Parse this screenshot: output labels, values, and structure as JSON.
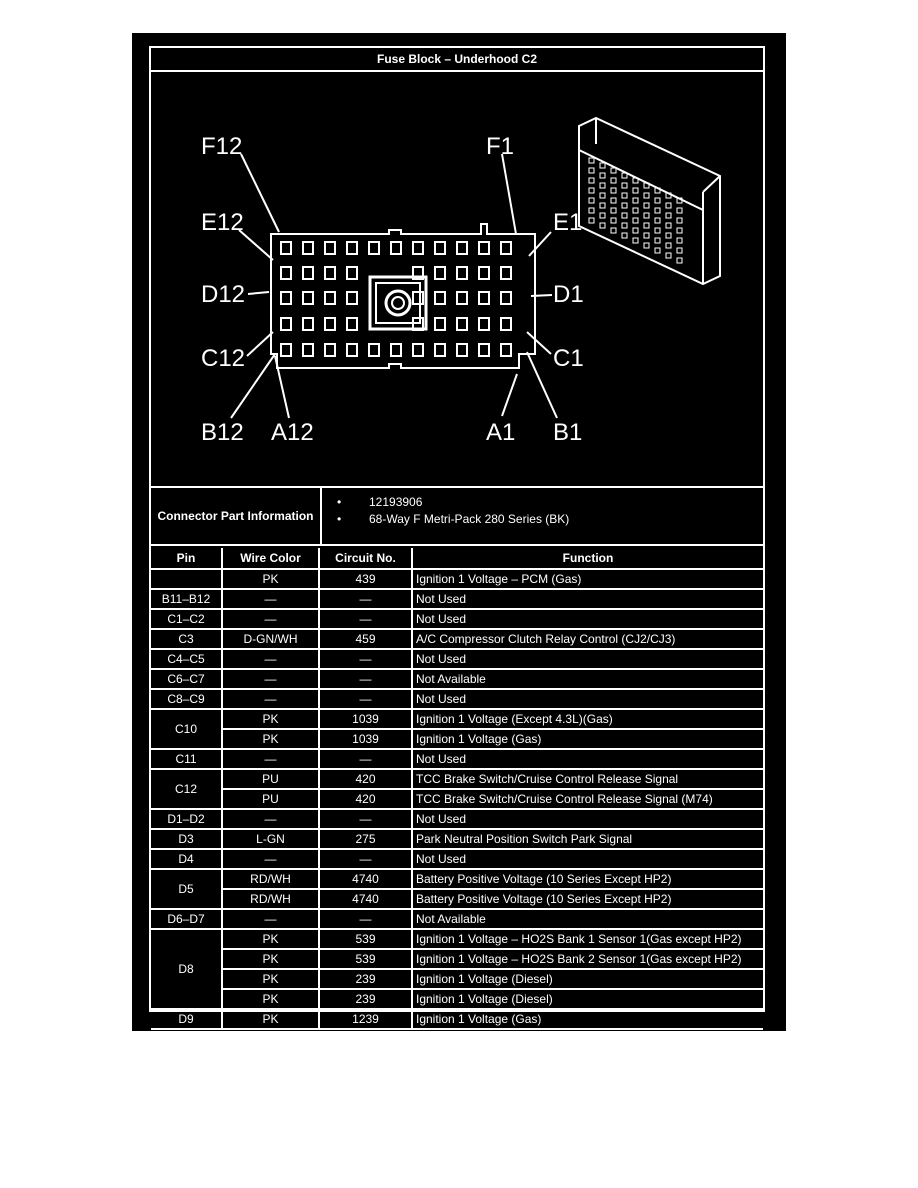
{
  "title": "Fuse Block – Underhood C2",
  "diagram": {
    "labels": {
      "f12": "F12",
      "f1": "F1",
      "e12": "E12",
      "e1": "E1",
      "d12": "D12",
      "d1": "D1",
      "c12": "C12",
      "c1": "C1",
      "b12": "B12",
      "a12": "A12",
      "a1": "A1",
      "b1": "B1"
    }
  },
  "part_info": {
    "label": "Connector Part Information",
    "items": [
      "12193906",
      "68-Way F Metri-Pack 280 Series (BK)"
    ]
  },
  "table": {
    "headers": {
      "pin": "Pin",
      "wire": "Wire Color",
      "circuit": "Circuit No.",
      "function": "Function"
    },
    "rows": [
      {
        "pin": "",
        "wire": "PK",
        "circuit": "439",
        "function": "Ignition 1 Voltage – PCM (Gas)"
      },
      {
        "pin": "B11–B12",
        "wire": "—",
        "circuit": "—",
        "function": "Not Used"
      },
      {
        "pin": "C1–C2",
        "wire": "—",
        "circuit": "—",
        "function": "Not Used"
      },
      {
        "pin": "C3",
        "wire": "D-GN/WH",
        "circuit": "459",
        "function": "A/C Compressor Clutch Relay Control (CJ2/CJ3)"
      },
      {
        "pin": "C4–C5",
        "wire": "—",
        "circuit": "—",
        "function": "Not Used"
      },
      {
        "pin": "C6–C7",
        "wire": "—",
        "circuit": "—",
        "function": "Not Available"
      },
      {
        "pin": "C8–C9",
        "wire": "—",
        "circuit": "—",
        "function": "Not Used"
      },
      {
        "pin": "C10",
        "wire": "PK",
        "circuit": "1039",
        "function": "Ignition 1 Voltage (Except 4.3L)(Gas)"
      },
      {
        "pin": "",
        "wire": "PK",
        "circuit": "1039",
        "function": "Ignition 1 Voltage (Gas)"
      },
      {
        "pin": "C11",
        "wire": "—",
        "circuit": "—",
        "function": "Not Used"
      },
      {
        "pin": "C12",
        "wire": "PU",
        "circuit": "420",
        "function": "TCC Brake Switch/Cruise Control Release Signal"
      },
      {
        "pin": "",
        "wire": "PU",
        "circuit": "420",
        "function": "TCC Brake Switch/Cruise Control Release Signal (M74)"
      },
      {
        "pin": "D1–D2",
        "wire": "—",
        "circuit": "—",
        "function": "Not Used"
      },
      {
        "pin": "D3",
        "wire": "L-GN",
        "circuit": "275",
        "function": "Park Neutral Position Switch Park Signal"
      },
      {
        "pin": "D4",
        "wire": "—",
        "circuit": "—",
        "function": "Not Used"
      },
      {
        "pin": "D5",
        "wire": "RD/WH",
        "circuit": "4740",
        "function": "Battery Positive Voltage (10 Series Except HP2)"
      },
      {
        "pin": "",
        "wire": "RD/WH",
        "circuit": "4740",
        "function": "Battery Positive Voltage (10 Series Except HP2)"
      },
      {
        "pin": "D6–D7",
        "wire": "—",
        "circuit": "—",
        "function": "Not Available"
      },
      {
        "pin": "D8",
        "wire": "PK",
        "circuit": "539",
        "function": "Ignition 1 Voltage – HO2S Bank 1 Sensor 1(Gas except HP2)"
      },
      {
        "pin": "",
        "wire": "PK",
        "circuit": "539",
        "function": "Ignition 1 Voltage – HO2S Bank 2 Sensor 1(Gas except HP2)"
      },
      {
        "pin": "",
        "wire": "PK",
        "circuit": "239",
        "function": "Ignition 1 Voltage (Diesel)"
      },
      {
        "pin": "",
        "wire": "PK",
        "circuit": "239",
        "function": "Ignition 1 Voltage (Diesel)"
      },
      {
        "pin": "D9",
        "wire": "PK",
        "circuit": "1239",
        "function": "Ignition 1 Voltage (Gas)"
      }
    ]
  }
}
